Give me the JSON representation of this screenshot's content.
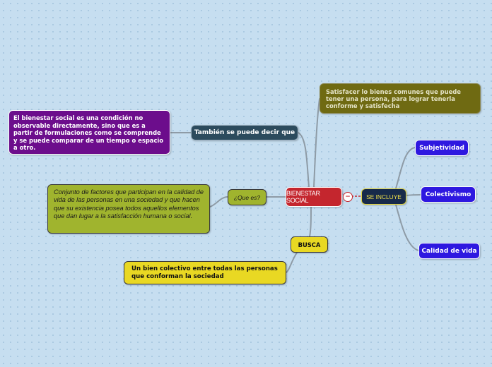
{
  "mindmap": {
    "center": "BIENESTAR SOCIAL",
    "collapse_symbol": "−",
    "tambien": "También se puede decir que",
    "definicion": "El bienestar social es una condición no observable directamente, sino que es a partir de formulaciones como se comprende y se puede comparar de un tiempo o espacio a otro.",
    "satisfacer": "Satisfacer lo bienes comunes que puede tener una persona, para lograr tenerla conforme y satisfecha",
    "incluye": "SE INCLUYE",
    "subjetividad": "Subjetividad",
    "colectivismo": "Colectivismo",
    "calidad": "Calidad de vida",
    "quees": "¿Que es?",
    "conjunto": "Conjunto de factores que participan en la calidad de vida de las personas en una sociedad y que hacen que su existencia posea todos aquellos elementos que dan lugar a la satisfacción humana o social.",
    "busca": "BUSCA",
    "bien": "Un bien colectivo entre todas las personas que conforman la sociedad"
  },
  "colors": {
    "background": "#c6def0",
    "center": "#c4262e",
    "tambien": "#2c4b5d",
    "definicion": "#6c0d8c",
    "satisfacer": "#6f6a12",
    "incluye": "#172a4a",
    "blue_nodes": "#2e18e0",
    "green_nodes": "#a0b42e",
    "yellow_nodes": "#e9d823",
    "link": "#8e9ba6"
  }
}
